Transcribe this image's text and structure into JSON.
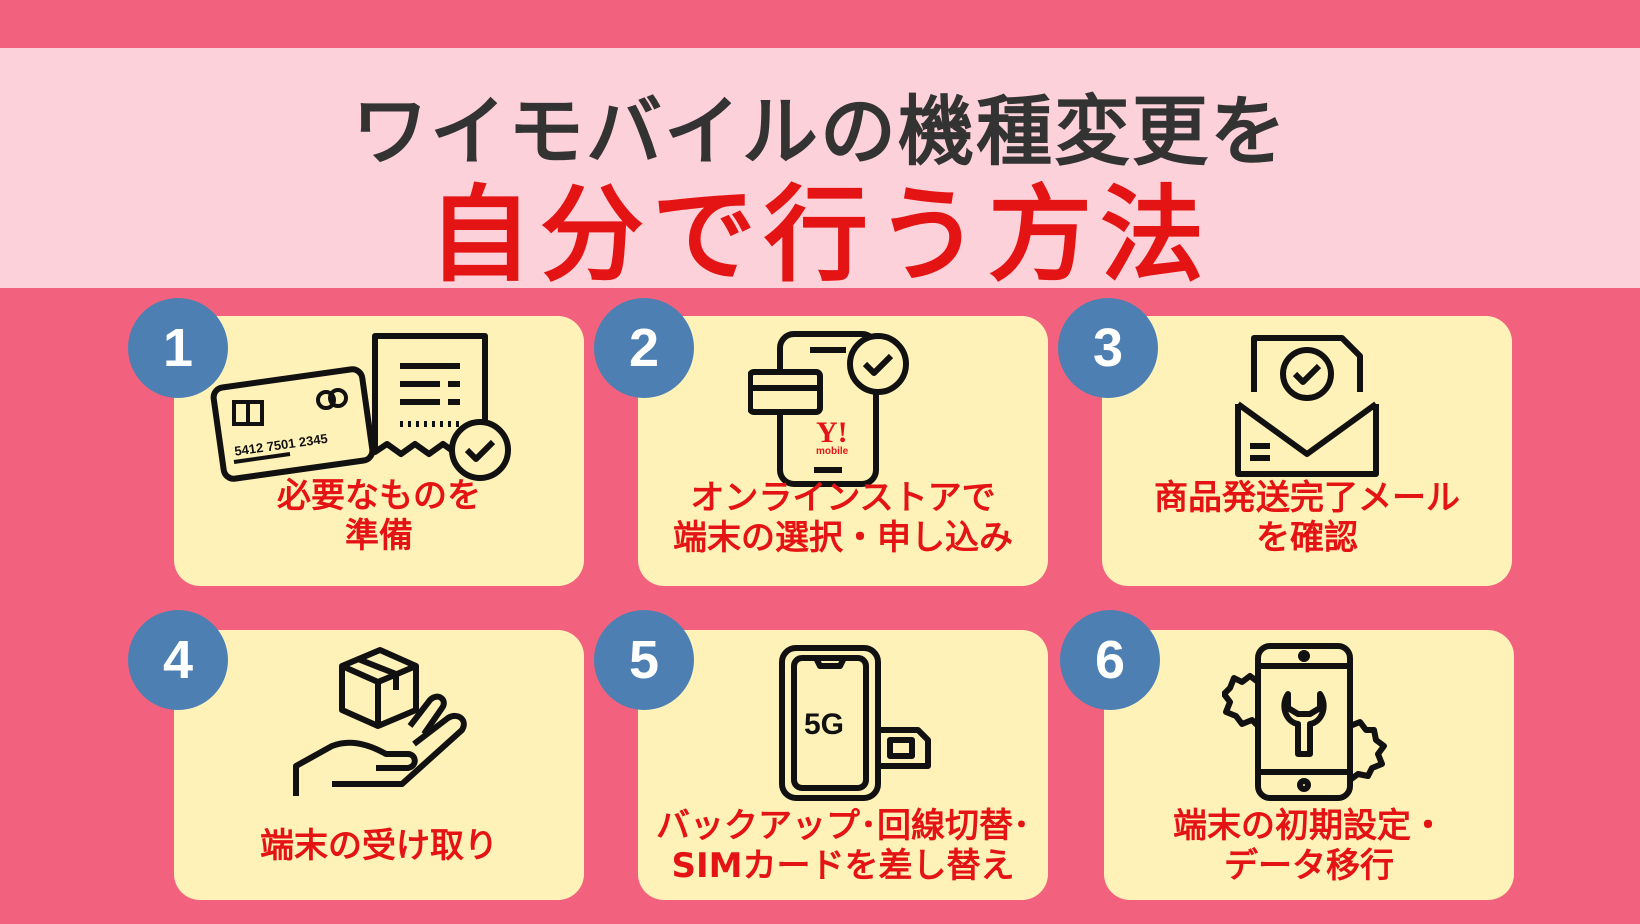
{
  "header": {
    "title_line1": "ワイモバイルの機種変更を",
    "title_line2": "自分で行う方法"
  },
  "steps": [
    {
      "number": "1",
      "lines": [
        "必要なものを",
        "準備"
      ],
      "icon": "credit-card-receipt-icon",
      "card_number": "5412 7501 2345"
    },
    {
      "number": "2",
      "lines": [
        "オンラインストアで",
        "端末の選択・申し込み"
      ],
      "icon": "phone-payment-icon",
      "brand_mark": "Y!",
      "brand_text": "mobile"
    },
    {
      "number": "3",
      "lines": [
        "商品発送完了メール",
        "を確認"
      ],
      "icon": "envelope-check-icon"
    },
    {
      "number": "4",
      "lines": [
        "端末の受け取り"
      ],
      "icon": "hand-package-icon"
    },
    {
      "number": "5",
      "lines": [
        "バックアップ･回線切替･",
        "SIMカードを差し替え"
      ],
      "icon": "5g-phone-sim-icon",
      "network_label": "5G"
    },
    {
      "number": "6",
      "lines": [
        "端末の初期設定・",
        "データ移行"
      ],
      "icon": "phone-settings-icon"
    }
  ],
  "colors": {
    "background": "#f2627e",
    "banner": "#fcd1da",
    "card": "#fff2b8",
    "badge": "#4d7fb3",
    "accent_red": "#e41414",
    "title_dark": "#333333"
  }
}
